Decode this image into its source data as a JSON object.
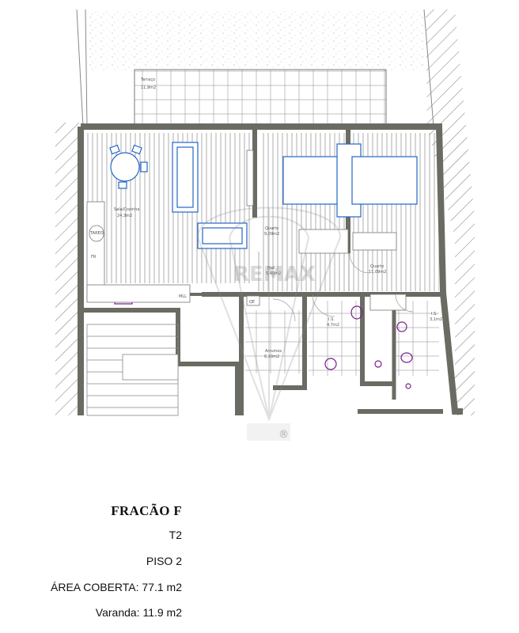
{
  "plan": {
    "rooms": {
      "terrace": "Terraço\n11,9m2",
      "living": "Sala/Cozinha\n24,3m2",
      "bedroom1": "Quarto\n9,09m2",
      "bedroom2": "Quarto\n11,09m2",
      "hall": "Hall\n5,40m2",
      "bath1": "I.S.\n4,7m2",
      "bath2": "I.S.\n3,1m2",
      "storage": "Arrumos\n6,10m2"
    },
    "fixtures": {
      "fr": "FR",
      "mll": "MLL",
      "qe": "QE",
      "sofa_tag": "TAREO"
    },
    "watermark": "REMAX",
    "registered_mark": "®"
  },
  "info": {
    "title": "FRACÃO F",
    "typology": "T2",
    "floor": "PISO 2",
    "covered_area": "ÁREA COBERTA: 77.1 m2",
    "balcony": "Varanda: 11.9 m2"
  }
}
